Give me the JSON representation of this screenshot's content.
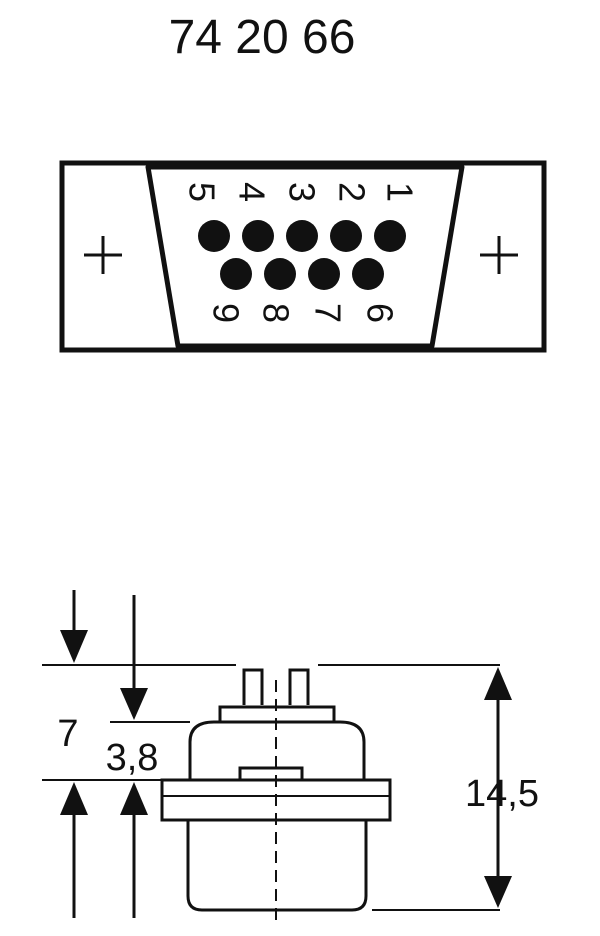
{
  "part_number": "74 20 66",
  "pins": {
    "top_row": [
      "5",
      "4",
      "3",
      "2",
      "1"
    ],
    "bottom_row": [
      "9",
      "8",
      "7",
      "6"
    ]
  },
  "mount_symbol": "+",
  "dimensions": {
    "total_height": "14,5",
    "flange_depth": "7",
    "tail_offset": "3,8"
  },
  "colors": {
    "ink": "#111111",
    "background": "#ffffff"
  }
}
